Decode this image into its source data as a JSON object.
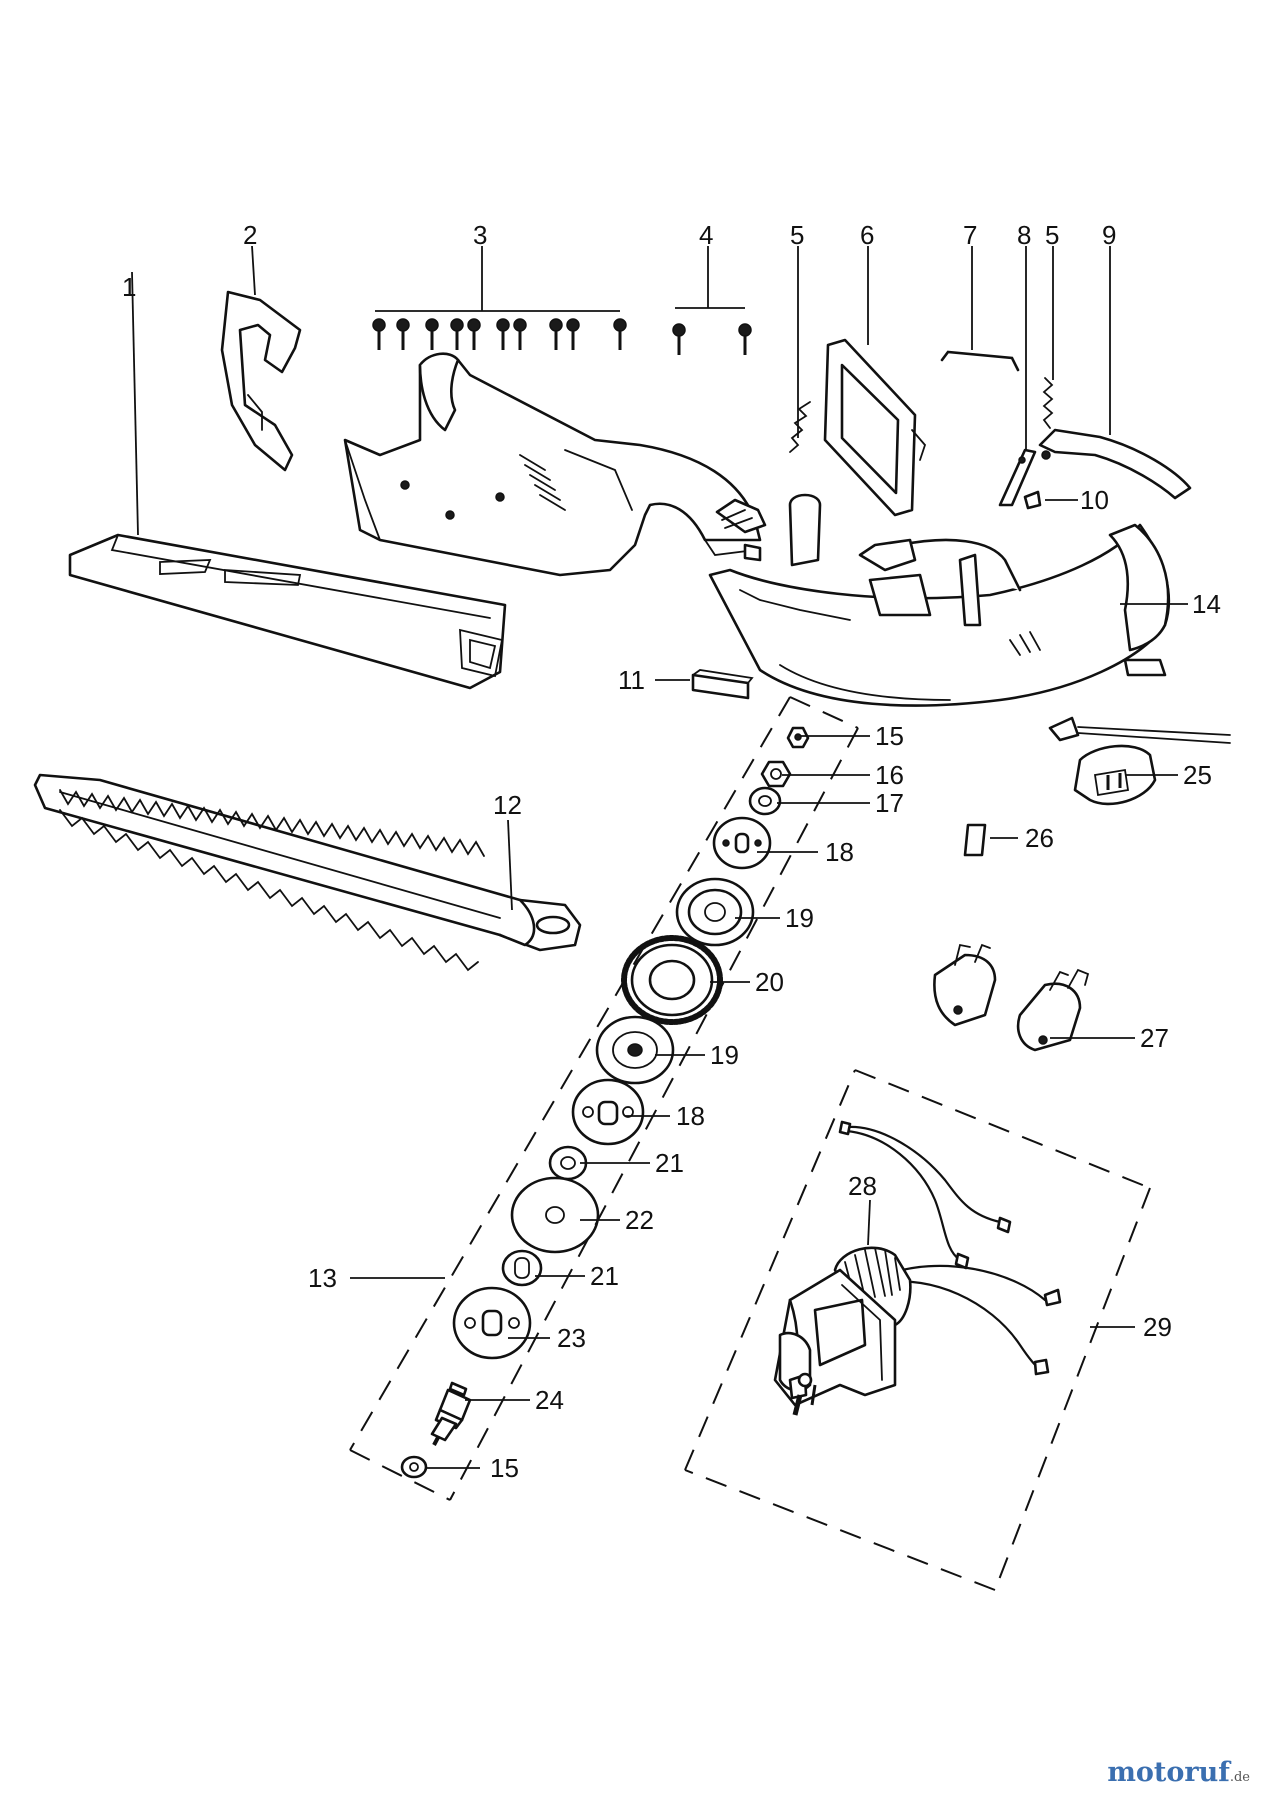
{
  "labels": {
    "p1": "1",
    "p2": "2",
    "p3": "3",
    "p4": "4",
    "p5a": "5",
    "p6": "6",
    "p7": "7",
    "p8": "8",
    "p5b": "5",
    "p9": "9",
    "p10": "10",
    "p11": "11",
    "p12": "12",
    "p13": "13",
    "p14": "14",
    "p15a": "15",
    "p15b": "15",
    "p16": "16",
    "p17": "17",
    "p18a": "18",
    "p18b": "18",
    "p19a": "19",
    "p19b": "19",
    "p20": "20",
    "p21a": "21",
    "p21b": "21",
    "p22": "22",
    "p23": "23",
    "p24": "24",
    "p25": "25",
    "p26": "26",
    "p27": "27",
    "p28": "28",
    "p29": "29"
  },
  "watermark": {
    "brand": "motoruf",
    "suffix": ".de"
  },
  "colors": {
    "line": "#111111",
    "brand": "#3b6fb0"
  }
}
